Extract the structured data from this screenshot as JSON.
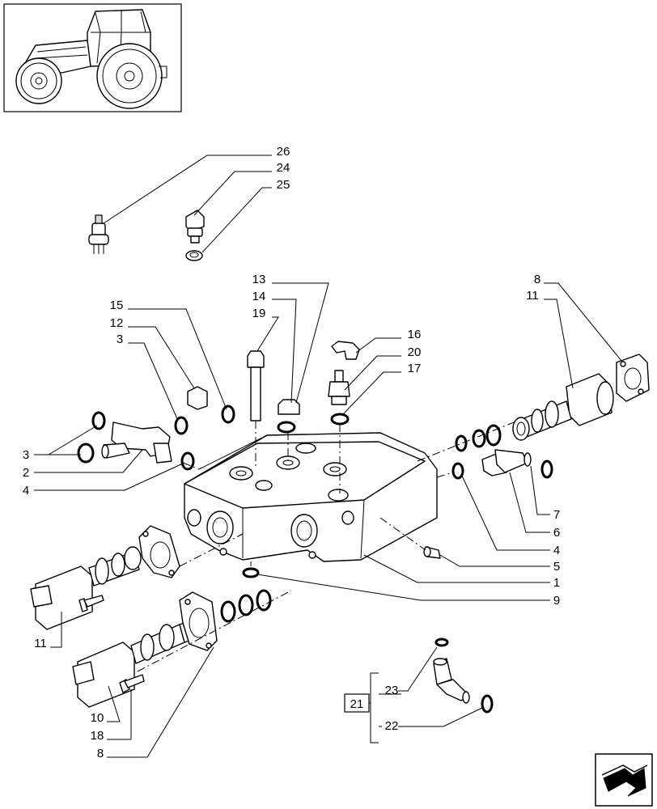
{
  "diagram": {
    "index_label": "21",
    "callouts": {
      "c26": "26",
      "c24": "24",
      "c25": "25",
      "c13": "13",
      "c14": "14",
      "c19": "19",
      "c15": "15",
      "c12": "12",
      "c3a": "3",
      "c16": "16",
      "c20": "20",
      "c17": "17",
      "c8a": "8",
      "c11a": "11",
      "c3b": "3",
      "c2": "2",
      "c4a": "4",
      "c7": "7",
      "c6": "6",
      "c4b": "4",
      "c5": "5",
      "c1": "1",
      "c9": "9",
      "c11b": "11",
      "c10": "10",
      "c18": "18",
      "c8b": "8",
      "c23": "23",
      "c22": "22"
    }
  }
}
